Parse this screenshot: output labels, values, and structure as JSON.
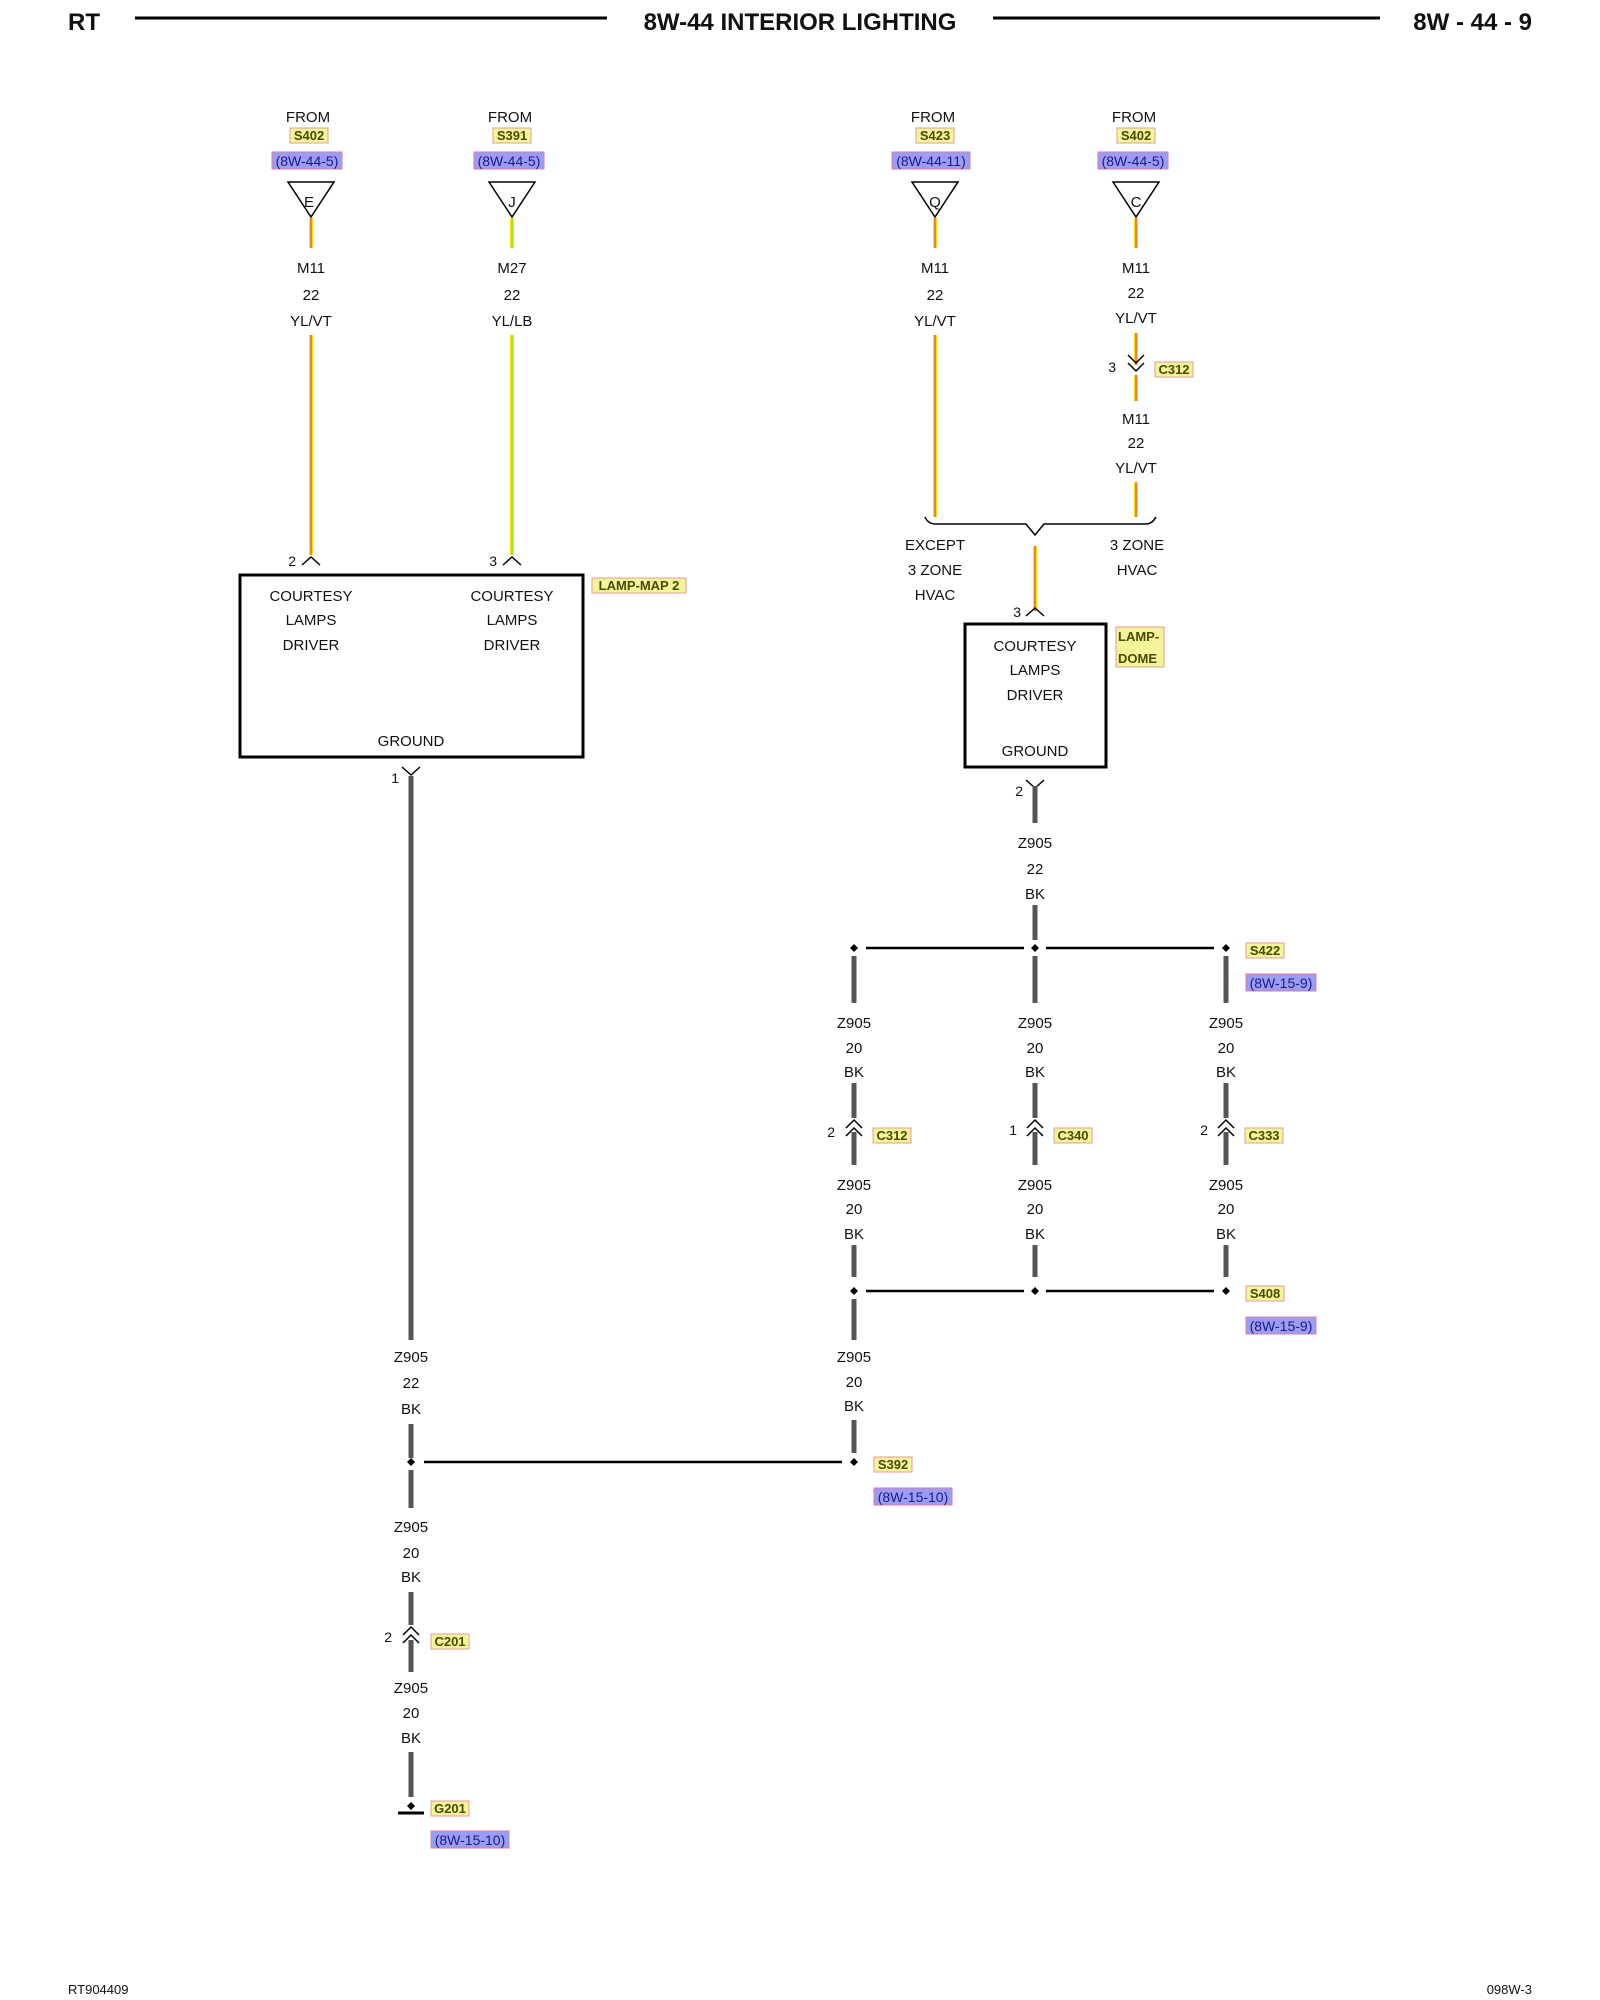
{
  "header": {
    "left": "RT",
    "title": "8W-44 INTERIOR LIGHTING",
    "page": "8W - 44 - 9"
  },
  "footer": {
    "left": "RT904409",
    "right": "098W-3"
  },
  "sources": [
    {
      "from": "FROM",
      "splice": "S402",
      "ref": "(8W-44-5)",
      "cavity": "E",
      "circuit": "M11",
      "gauge": "22",
      "color": "YL/VT"
    },
    {
      "from": "FROM",
      "splice": "S391",
      "ref": "(8W-44-5)",
      "cavity": "J",
      "circuit": "M27",
      "gauge": "22",
      "color": "YL/LB"
    },
    {
      "from": "FROM",
      "splice": "S423",
      "ref": "(8W-44-11)",
      "cavity": "Q",
      "circuit": "M11",
      "gauge": "22",
      "color": "YL/VT"
    },
    {
      "from": "FROM",
      "splice": "S402",
      "ref": "(8W-44-5)",
      "cavity": "C",
      "circuit": "M11",
      "gauge": "22",
      "color": "YL/VT"
    }
  ],
  "c312_top": {
    "pin": "3",
    "name": "C312",
    "circuit": "M11",
    "gauge": "22",
    "color": "YL/VT"
  },
  "hvac_split": {
    "left": [
      "EXCEPT",
      "3 ZONE",
      "HVAC"
    ],
    "right": [
      "3 ZONE",
      "HVAC"
    ]
  },
  "map_lamp": {
    "name": "LAMP-MAP 2",
    "driver_left": [
      "COURTESY",
      "LAMPS",
      "DRIVER"
    ],
    "driver_right": [
      "COURTESY",
      "LAMPS",
      "DRIVER"
    ],
    "ground": "GROUND",
    "pin_left": "2",
    "pin_right": "3",
    "pin_ground": "1"
  },
  "dome_lamp": {
    "name_line1": "LAMP-",
    "name_line2": "DOME",
    "driver": [
      "COURTESY",
      "LAMPS",
      "DRIVER"
    ],
    "ground": "GROUND",
    "pin_in": "3",
    "pin_ground": "2"
  },
  "wire_z905_22": {
    "circuit": "Z905",
    "gauge": "22",
    "color": "BK"
  },
  "wire_z905_20": {
    "circuit": "Z905",
    "gauge": "20",
    "color": "BK"
  },
  "s422": {
    "name": "S422",
    "ref": "(8W-15-9)"
  },
  "s408": {
    "name": "S408",
    "ref": "(8W-15-9)"
  },
  "s392": {
    "name": "S392",
    "ref": "(8W-15-10)"
  },
  "ground_connectors": [
    {
      "pin": "2",
      "name": "C312"
    },
    {
      "pin": "1",
      "name": "C340"
    },
    {
      "pin": "2",
      "name": "C333"
    }
  ],
  "c201": {
    "pin": "2",
    "name": "C201"
  },
  "g201": {
    "name": "G201",
    "ref": "(8W-15-10)"
  },
  "colors": {
    "yellow": "#ffe600",
    "violet": "#e0187a",
    "light_blue": "#9be81f",
    "black_wire": "#555555",
    "tag_fill": "#f4f59a",
    "tag_border": "#e89a9a",
    "ref_fill": "#9a9df2",
    "ref_border": "#e07aa8"
  },
  "icons": [
    "connector-triangle-icon",
    "connector-chevron-icon",
    "splice-dot-icon",
    "ground-symbol-icon"
  ]
}
